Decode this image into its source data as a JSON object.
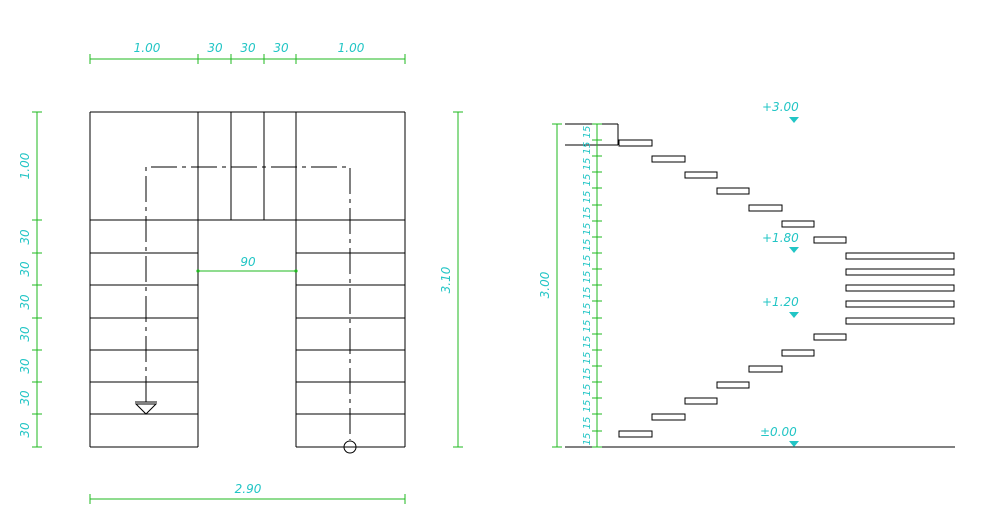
{
  "colors": {
    "dimension_line": "#1fb81f",
    "dimension_text": "#22c5c5",
    "drawing": "#000000"
  },
  "plan": {
    "top_dims": [
      "1.00",
      "30",
      "30",
      "30",
      "1.00"
    ],
    "left_dims": [
      "1.00",
      "30",
      "30",
      "30",
      "30",
      "30",
      "30",
      "30"
    ],
    "right_dim": "3.10",
    "well_dim": "90",
    "bottom_dim": "2.90"
  },
  "section": {
    "height_dim": "3.00",
    "riser_dims": [
      "15",
      "15",
      "15",
      "15",
      "15",
      "15",
      "15",
      "15",
      "15",
      "15",
      "15",
      "15",
      "15",
      "15",
      "15",
      "15",
      "15",
      "15",
      "15",
      "15"
    ],
    "levels": [
      "+3.00",
      "+1.80",
      "+1.20",
      "±0.00"
    ]
  }
}
